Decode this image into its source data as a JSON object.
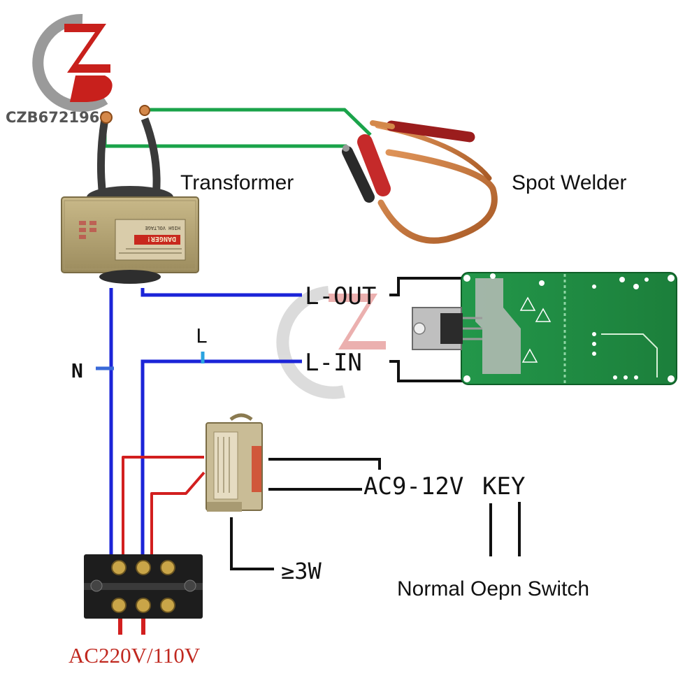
{
  "logo": {
    "text": "CZB6721960"
  },
  "labels": {
    "transformer": "Transformer",
    "spot_welder": "Spot Welder",
    "l_out": "L-OUT",
    "l_in": "L-IN",
    "l": "L",
    "n": "N",
    "ac_low": "AC9-12V",
    "key": "KEY",
    "power": "≥3W",
    "switch": "Normal Oepn Switch",
    "mains": "AC220V/110V"
  },
  "transformer_plate": {
    "danger": "DANGER!",
    "high_voltage": "HIGH VOLTAGE"
  },
  "colors": {
    "wire_green": "#1aa34a",
    "wire_blue": "#1b24d8",
    "wire_red": "#d21f1f",
    "wire_black": "#111111",
    "pcb_green": "#1f8a3a",
    "copper": "#c8773c",
    "transformer_body": "#b8a77a",
    "mains_label": "#c0281f",
    "logo_red": "#c8201c"
  }
}
